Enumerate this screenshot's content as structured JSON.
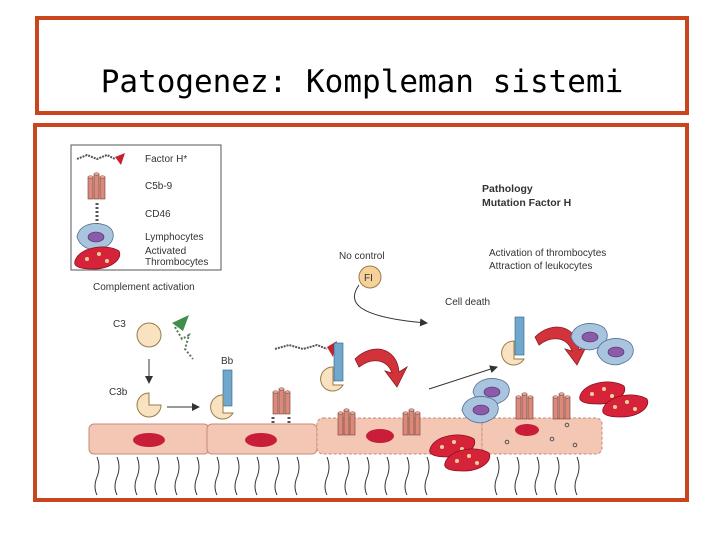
{
  "title": "Patogenez: Kompleman sistemi",
  "legend": {
    "factor_h": "Factor H*",
    "c5b9": "C5b-9",
    "cd46": "CD46",
    "lymphocytes": "Lymphocytes",
    "activated": "Activated",
    "thrombocytes": "Thrombocytes"
  },
  "labels": {
    "complement_activation": "Complement activation",
    "c3": "C3",
    "c3b": "C3b",
    "bb": "Bb",
    "no_control": "No control",
    "fi": "FI",
    "cell_death": "Cell death",
    "pathology": "Pathology",
    "mutation": "Mutation Factor H",
    "activation_thrombocytes": "Activation of thrombocytes",
    "attraction_leukocytes": "Attraction of leukocytes"
  },
  "colors": {
    "frame": "#c8451e",
    "cell": "#f4c6b4",
    "cell_border": "#c9897a",
    "nucleus": "#c81e3a",
    "bb_receptor": "#6fa8cc",
    "curved_arrow": "#d2323a",
    "thrombocyte": "#d6233a",
    "lymphocyte": "#a9c4df"
  }
}
